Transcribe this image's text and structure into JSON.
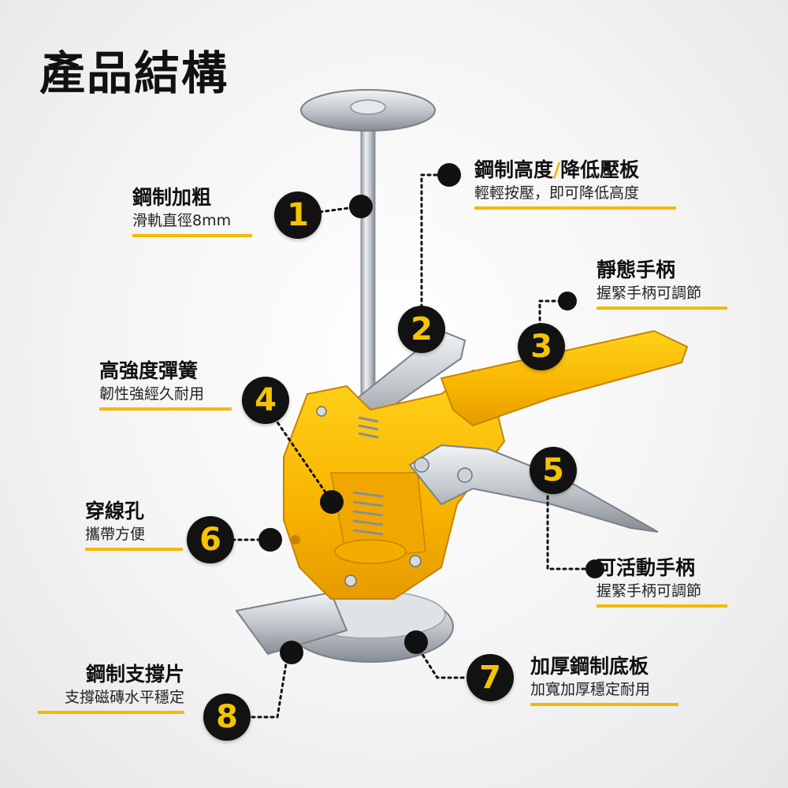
{
  "title": "產品結構",
  "colors": {
    "accent": "#f5b800",
    "badge_bg": "#121212",
    "badge_text": "#f5c400",
    "plastic": "#f7b500",
    "steel": "#c9cdd2"
  },
  "callouts": [
    {
      "number": "1",
      "title": "鋼制加粗",
      "subtitle": "滑軌直徑8mm"
    },
    {
      "number": "2",
      "title_a": "鋼制高度",
      "title_sep": "/",
      "title_b": "降低壓板",
      "subtitle": "輕輕按壓，即可降低高度"
    },
    {
      "number": "3",
      "title": "靜態手柄",
      "subtitle": "握緊手柄可調節"
    },
    {
      "number": "4",
      "title": "高強度彈簧",
      "subtitle": "韌性強經久耐用"
    },
    {
      "number": "5",
      "title": "可活動手柄",
      "subtitle": "握緊手柄可調節"
    },
    {
      "number": "6",
      "title": "穿線孔",
      "subtitle": "攜帶方便"
    },
    {
      "number": "7",
      "title": "加厚鋼制底板",
      "subtitle": "加寬加厚穩定耐用"
    },
    {
      "number": "8",
      "title": "鋼制支撐片",
      "subtitle": "支撐磁磚水平穩定"
    }
  ]
}
